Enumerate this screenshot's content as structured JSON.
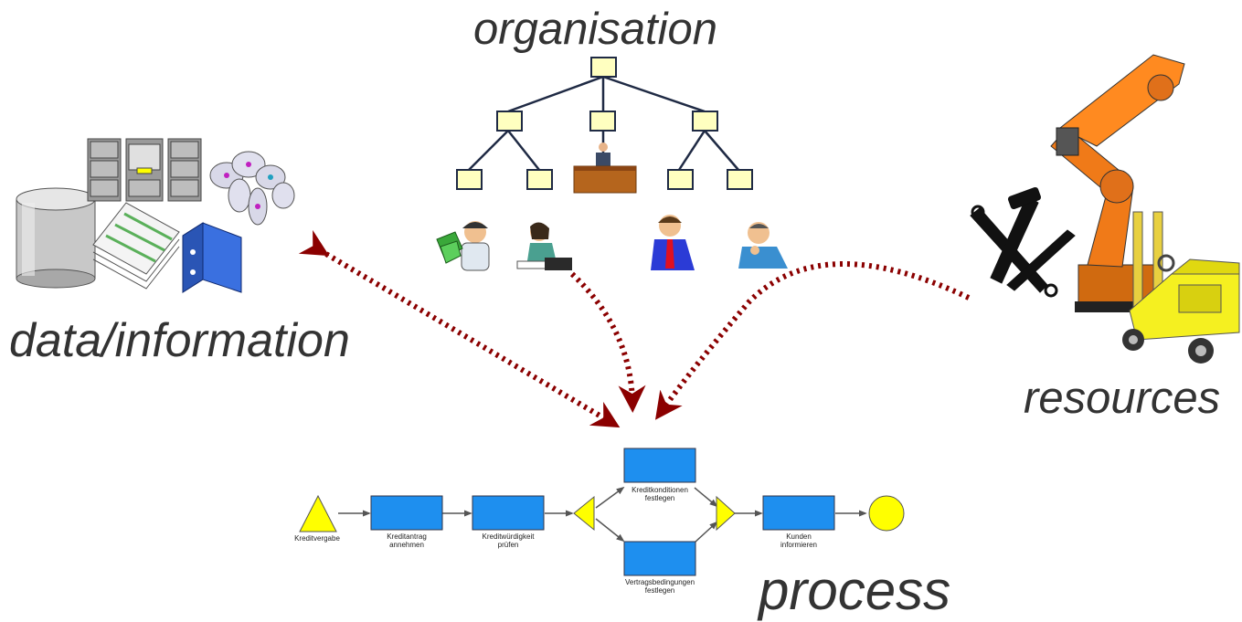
{
  "titles": {
    "organisation": "organisation",
    "data": "data/information",
    "resources": "resources",
    "process": "process"
  },
  "process_nodes": {
    "start_event": "Kreditvergabe",
    "f1": "Kreditantrag annehmen",
    "f2": "Kreditwürdigkeit prüfen",
    "f3": "Kreditkonditionen festlegen",
    "f4": "Vertragsbedingungen festlegen",
    "f5": "Kunden informieren"
  },
  "colors": {
    "function_box": "#1e8fef",
    "event_yellow": "#ffff00",
    "arrow_dotted": "#8b0000",
    "org_box": "#ffffc0",
    "title_text": "#333333"
  }
}
